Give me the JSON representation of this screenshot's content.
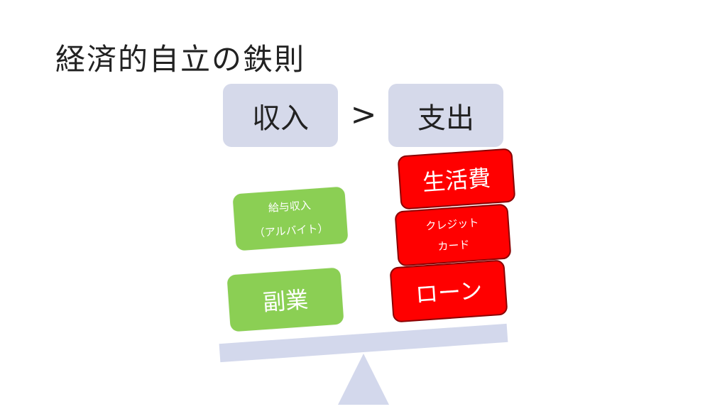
{
  "title": "経済的自立の鉄則",
  "comparison": {
    "income_label": "収入",
    "operator": ">",
    "expense_label": "支出"
  },
  "income_items": {
    "salary_line1": "給与収入",
    "salary_line2": "（アルバイト）",
    "side_job": "副業"
  },
  "expense_items": {
    "living": "生活費",
    "credit_line1": "クレジット",
    "credit_line2": "カード",
    "loan": "ローン"
  },
  "colors": {
    "header_box": "#d5d9ea",
    "income_block": "#8bcf54",
    "expense_block": "#ff0000",
    "scale": "#d3d8ec"
  }
}
